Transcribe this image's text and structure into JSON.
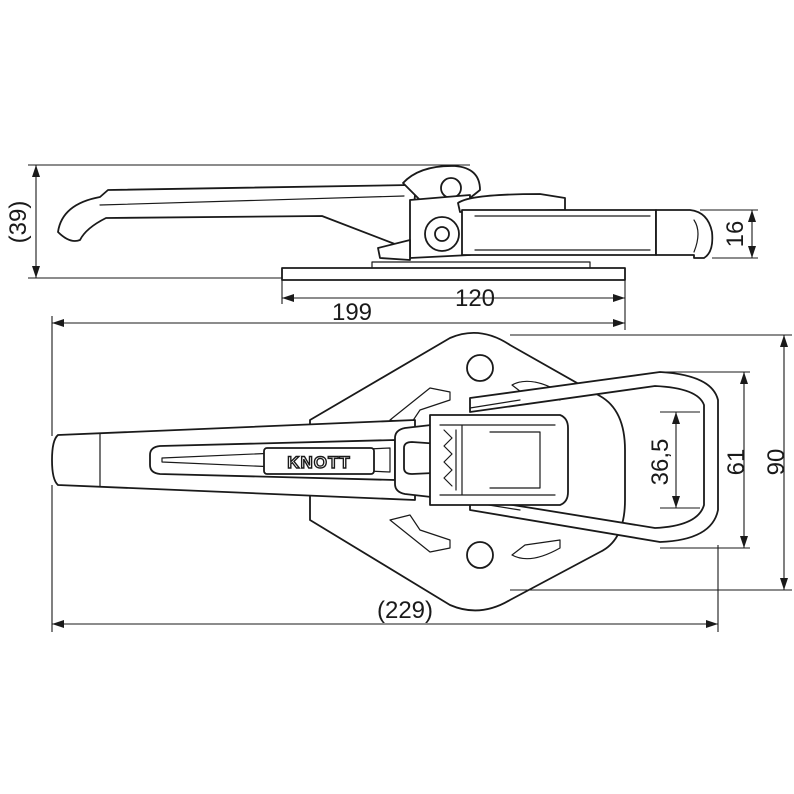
{
  "brand_label": "KNOTT",
  "dimensions": {
    "height_side": "(39)",
    "hook_height": "16",
    "length_to_pivot": "199",
    "base_length": "120",
    "inner_width": "36,5",
    "hole_spacing": "61",
    "plate_width": "90",
    "overall_length": "(229)"
  }
}
